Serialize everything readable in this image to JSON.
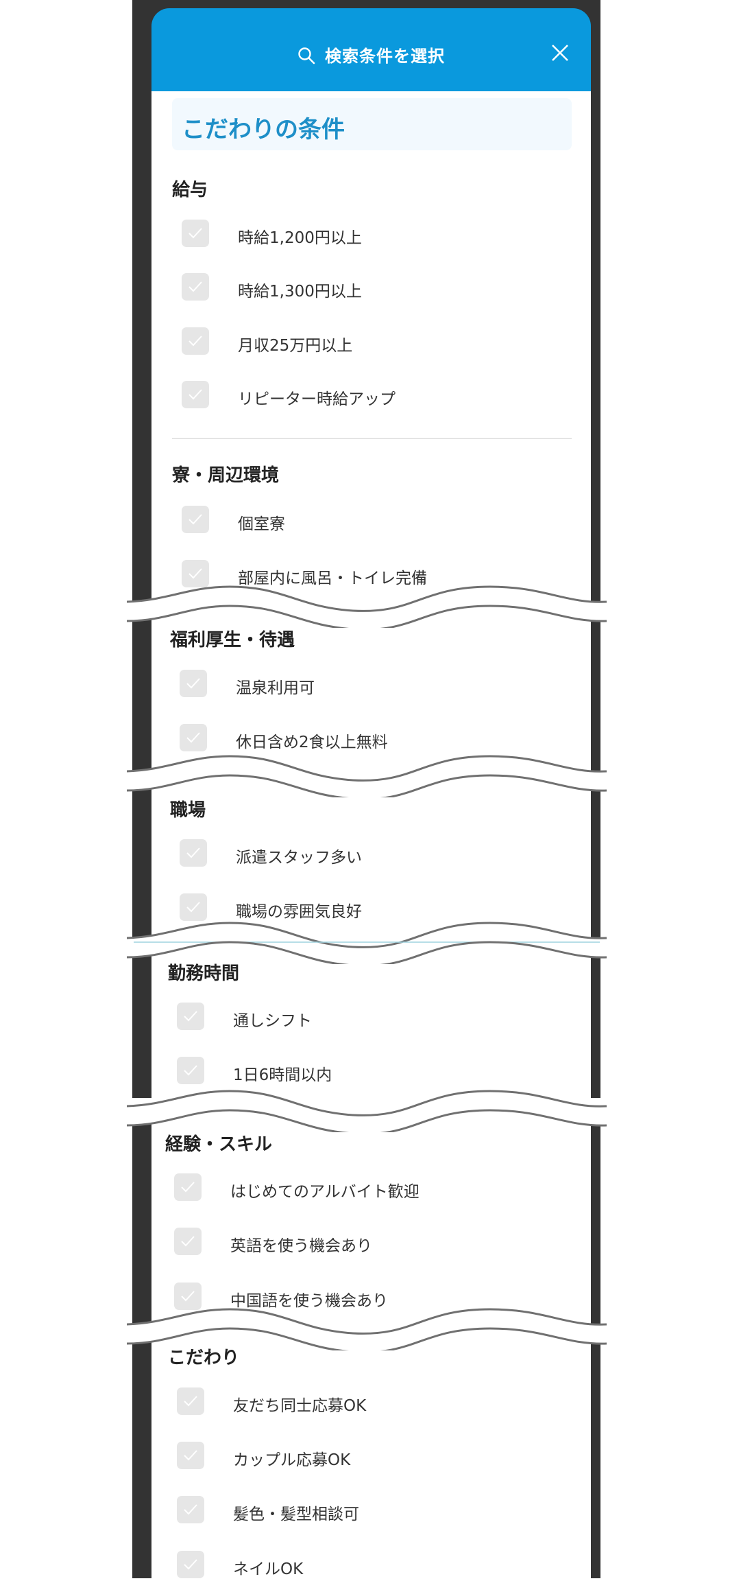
{
  "header": {
    "title": "検索条件を選択",
    "search_icon": "search-icon",
    "close_icon": "close-icon",
    "accent_color": "#0a99dd"
  },
  "subtitle": "こだわりの条件",
  "sections": [
    {
      "title": "給与",
      "items": [
        "時給1,200円以上",
        "時給1,300円以上",
        "月収25万円以上",
        "リピーター時給アップ"
      ]
    },
    {
      "title": "寮・周辺環境",
      "items": [
        "個室寮",
        "部屋内に風呂・トイレ完備"
      ]
    },
    {
      "title": "福利厚生・待遇",
      "items": [
        "温泉利用可",
        "休日含め2食以上無料"
      ]
    },
    {
      "title": "職場",
      "items": [
        "派遣スタッフ多い",
        "職場の雰囲気良好"
      ]
    },
    {
      "title": "勤務時間",
      "items": [
        "通しシフト",
        "1日6時間以内"
      ]
    },
    {
      "title": "経験・スキル",
      "items": [
        "はじめてのアルバイト歓迎",
        "英語を使う機会あり",
        "中国語を使う機会あり"
      ]
    },
    {
      "title": "こだわり",
      "items": [
        "友だち同士応募OK",
        "カップル応募OK",
        "髪色・髪型相談可",
        "ネイルOK"
      ]
    }
  ]
}
